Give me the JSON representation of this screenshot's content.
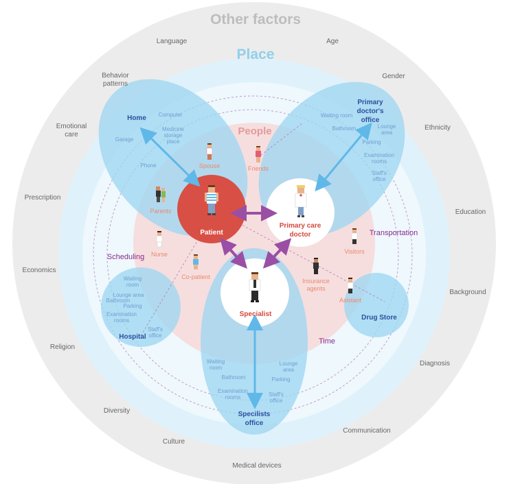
{
  "titles": {
    "other": "Other factors",
    "place": "Place",
    "people": "People"
  },
  "factors": {
    "language": "Language",
    "age": "Age",
    "behavior_1": "Behavior",
    "behavior_2": "patterns",
    "gender": "Gender",
    "emotional_1": "Emotional",
    "emotional_2": "care",
    "ethnicity": "Ethnicity",
    "prescription": "Prescription",
    "education": "Education",
    "economics": "Economics",
    "background": "Background",
    "religion": "Religion",
    "diagnosis": "Diagnosis",
    "diversity": "Diversity",
    "communication": "Communication",
    "culture": "Culture",
    "medical_devices": "Medical devices"
  },
  "places": {
    "home": {
      "name": "Home",
      "computer": "Computer",
      "storage_1": "Medicine",
      "storage_2": "storage",
      "storage_3": "place",
      "garage": "Garage",
      "phone": "Phone"
    },
    "primary_office": {
      "name_1": "Primary",
      "name_2": "doctor's",
      "name_3": "office",
      "waiting": "Waiting room",
      "bathroom": "Bathroom",
      "lounge_1": "Lounge",
      "lounge_2": "area",
      "parking": "Parking",
      "exam_1": "Examination",
      "exam_2": "rooms",
      "staff_1": "Staff's",
      "staff_2": "office"
    },
    "hospital": {
      "name": "Hospital",
      "waiting_1": "Waiting",
      "waiting_2": "room",
      "lounge": "Lounge area",
      "bathroom": "Bathroom",
      "parking": "Parking",
      "exam_1": "Examination",
      "exam_2": "rooms",
      "staff_1": "Staff's",
      "staff_2": "office"
    },
    "drug_store": {
      "name": "Drug Store"
    },
    "specialist_office": {
      "name_1": "Specilists",
      "name_2": "office",
      "waiting_1": "Waiting",
      "waiting_2": "room",
      "bathroom": "Bathroom",
      "exam_1": "Examination",
      "exam_2": "rooms",
      "lounge_1": "Lounge",
      "lounge_2": "area",
      "parking": "Parking",
      "staff_1": "Staff's",
      "staff_2": "office"
    }
  },
  "people": {
    "spouse": "Spouse",
    "friends": "Friends",
    "parents": "Parents",
    "nurse": "Nurse",
    "co_patient": "Co-patient",
    "visitors": "Visitors",
    "insurance_1": "Insurance",
    "insurance_2": "agents",
    "asistant": "Asistant"
  },
  "core": {
    "patient": "Patient",
    "pcd_1": "Primary care",
    "pcd_2": "doctor",
    "specialist": "Specialist"
  },
  "processes": {
    "scheduling": "Scheduling",
    "transportation": "Transportation",
    "time": "Time"
  },
  "colors": {
    "other_ring": "#ececec",
    "place_ring": "#dff2fb",
    "people_ring": "#f6dede",
    "place_blob": "#9fd6f1",
    "patient": "#d85045",
    "arrow_blue": "#5fb8e8",
    "arrow_purple": "#9a4fa5"
  },
  "icons": [
    "patient-figure-icon",
    "doctor-figure-icon",
    "specialist-figure-icon",
    "person-figure-icon"
  ]
}
